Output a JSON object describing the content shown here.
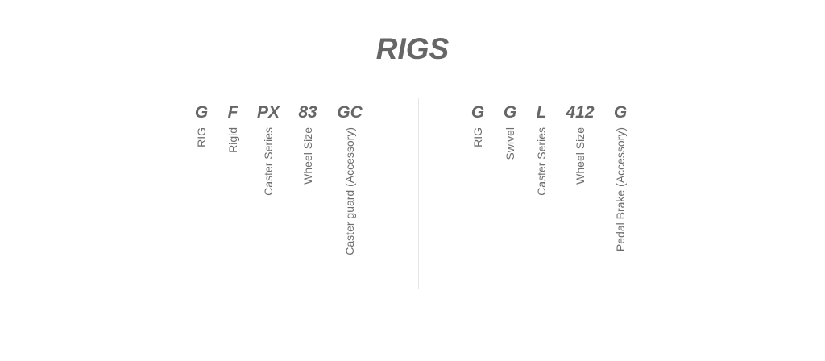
{
  "title": "RIGS",
  "left_group": [
    {
      "code": "G",
      "label": "RIG"
    },
    {
      "code": "F",
      "label": "Rigid"
    },
    {
      "code": "PX",
      "label": "Caster Series"
    },
    {
      "code": "83",
      "label": "Wheel Size"
    },
    {
      "code": "GC",
      "label": "Caster guard (Accessory)"
    }
  ],
  "right_group": [
    {
      "code": "G",
      "label": "RIG"
    },
    {
      "code": "G",
      "label": "Swivel"
    },
    {
      "code": "L",
      "label": "Caster Series"
    },
    {
      "code": "412",
      "label": "Wheel Size"
    },
    {
      "code": "G",
      "label": "Pedal Brake (Accessory)"
    }
  ]
}
